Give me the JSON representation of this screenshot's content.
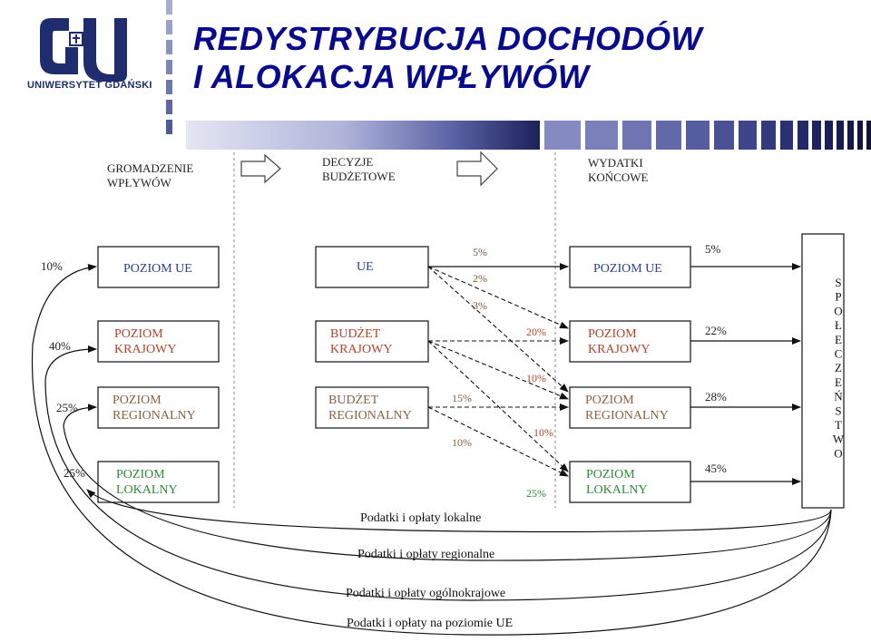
{
  "header": {
    "title_line1": "REDYSTRYBUCJA DOCHODÓW",
    "title_line2": "I ALOKACJA WPŁYWÓW",
    "logo_text": "UNIWERSYTET GDAŃSKI",
    "logo_icon": "university-crest-icon",
    "title_color": "#0a0a8c",
    "logo_color": "#1f2d6e"
  },
  "columns": {
    "col1": [
      "GROMADZENIE",
      "WPŁYWÓW"
    ],
    "col2": [
      "DECYZJE",
      "BUDŻETOWE"
    ],
    "col3": [
      "WYDATKI",
      "KOŃCOWE"
    ]
  },
  "left_boxes": {
    "ue": [
      "POZIOM UE"
    ],
    "krajowy": [
      "POZIOM",
      "KRAJOWY"
    ],
    "regionalny": [
      "POZIOM",
      "REGIONALNY"
    ],
    "lokalny": [
      "POZIOM",
      "LOKALNY"
    ]
  },
  "mid_boxes": {
    "ue": [
      "UE"
    ],
    "krajowy": [
      "BUDŻET",
      "KRAJOWY"
    ],
    "regionalny": [
      "BUDŻET",
      "REGIONALNY"
    ]
  },
  "right_boxes": {
    "ue": [
      "POZIOM UE"
    ],
    "krajowy": [
      "POZIOM",
      "KRAJOWY"
    ],
    "regionalny": [
      "POZIOM",
      "REGIONALNY"
    ],
    "lokalny": [
      "POZIOM",
      "LOKALNY"
    ]
  },
  "society_label": [
    "S",
    "P",
    "O",
    "Ł",
    "E",
    "C",
    "Z",
    "E",
    "Ń",
    "S",
    "T",
    "W",
    "O"
  ],
  "inflow_percents": {
    "ue": "10%",
    "krajowy": "40%",
    "regionalny": "25%",
    "lokalny": "25%"
  },
  "ue_split_percents": {
    "to_ue": "5%",
    "to_krajowy": "2%",
    "to_regionalny": "3%"
  },
  "krajowy_split_percents": {
    "to_krajowy": "20%",
    "to_regionalny": "10%",
    "to_lokalny": "10%"
  },
  "regionalny_split_percents": {
    "to_regionalny": "15%",
    "to_lokalny": "10%"
  },
  "lokalny_inflow_percent": "25%",
  "final_percents": {
    "ue": "5%",
    "krajowy": "22%",
    "regionalny": "28%",
    "lokalny": "45%"
  },
  "tax_labels": {
    "lokalne": "Podatki i opłaty lokalne",
    "regionalne": "Podatki i opłaty regionalne",
    "ogolnokrajowe": "Podatki i opłaty ogólnokrajowe",
    "ue": "Podatki i opłaty na poziomie UE"
  },
  "colors": {
    "ue_text": "#2b3f8c",
    "krajowy_text": "#b0452b",
    "regionalny_text": "#8a6040",
    "lokalny_text": "#2f8a3a"
  }
}
